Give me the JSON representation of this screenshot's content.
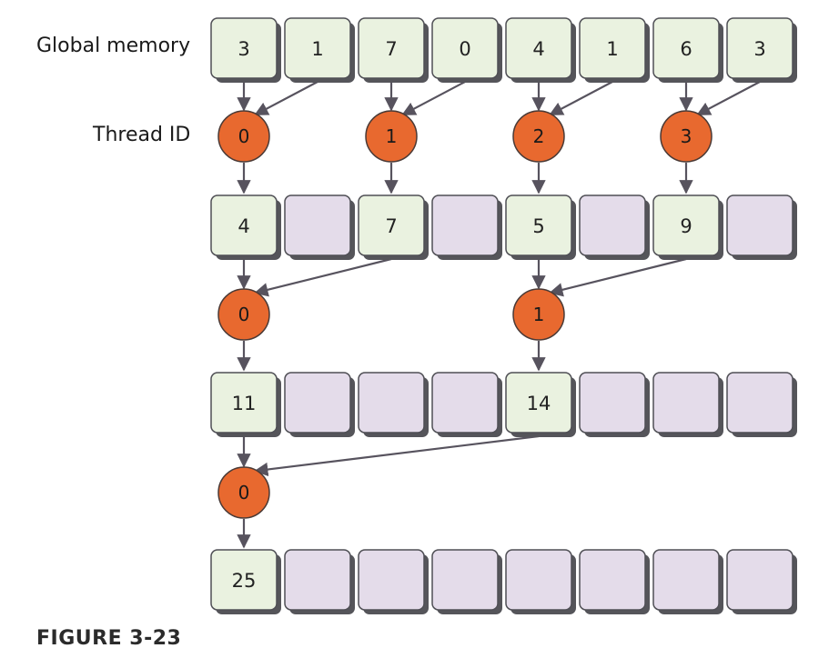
{
  "labels": {
    "global_memory": "Global memory",
    "thread_id": "Thread ID"
  },
  "caption": "FIGURE 3-23",
  "colors": {
    "filled_cell": "#eaf2e0",
    "empty_cell": "#e4dcea",
    "cell_border": "#4f4f55",
    "cell_shadow": "#55555a",
    "thread_node": "#e8692f",
    "arrow": "#57535e"
  },
  "rows": [
    [
      "3",
      "1",
      "7",
      "0",
      "4",
      "1",
      "6",
      "3"
    ],
    [
      "4",
      "",
      "7",
      "",
      "5",
      "",
      "9",
      ""
    ],
    [
      "11",
      "",
      "",
      "",
      "14",
      "",
      "",
      ""
    ],
    [
      "25",
      "",
      "",
      "",
      "",
      "",
      "",
      ""
    ]
  ],
  "threads": [
    [
      "0",
      "1",
      "2",
      "3"
    ],
    [
      "0",
      "1"
    ],
    [
      "0"
    ]
  ]
}
